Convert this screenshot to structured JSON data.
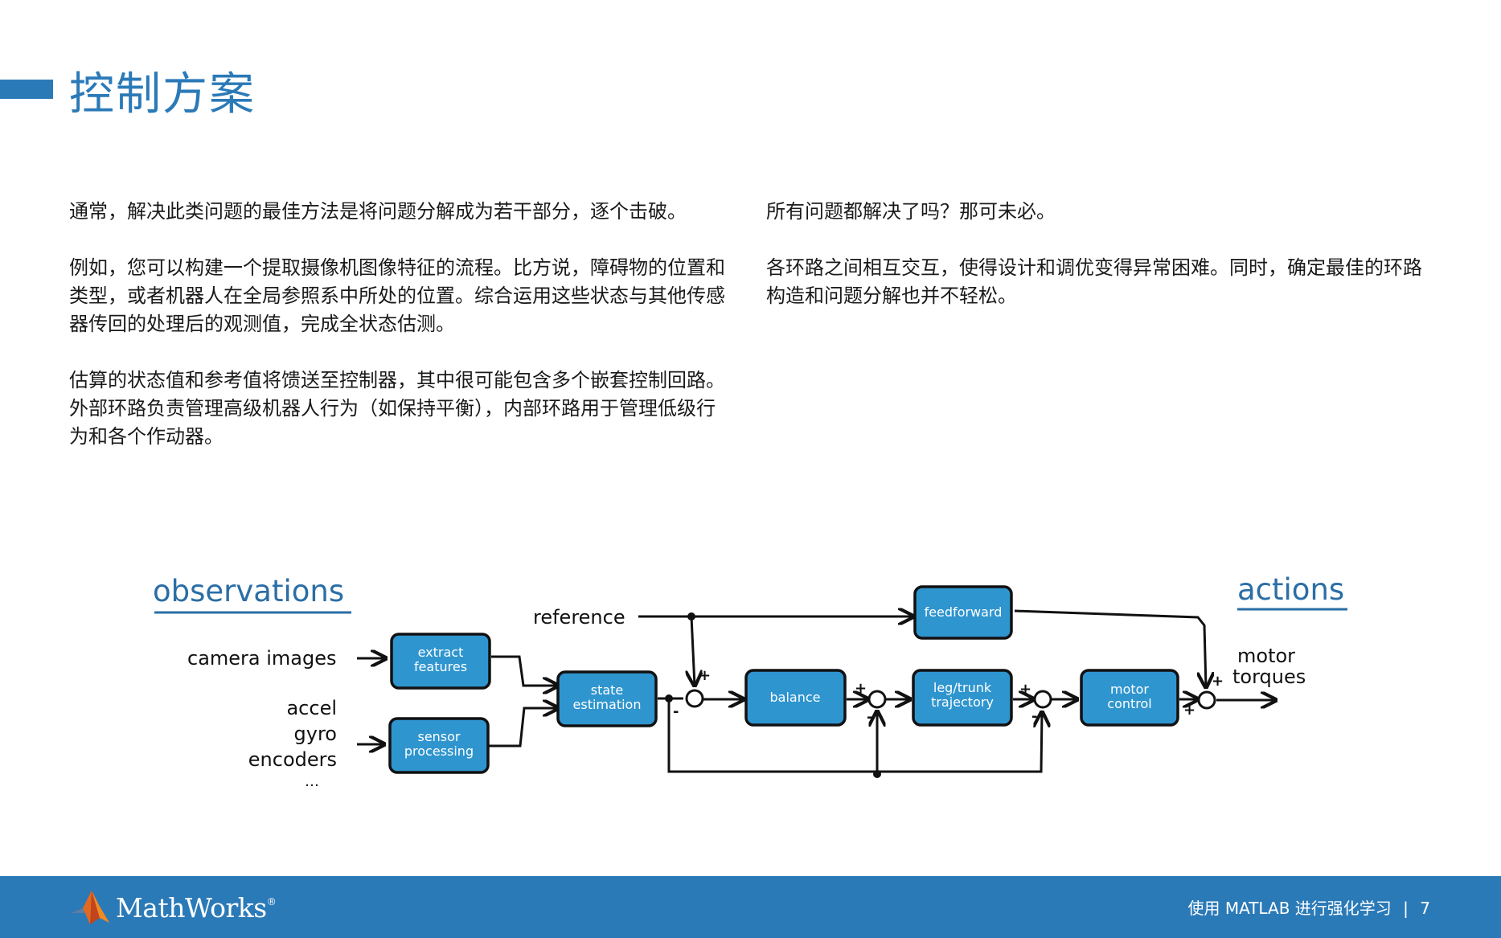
{
  "page": {
    "title": "控制方案"
  },
  "left_column": {
    "paragraphs": [
      "通常，解决此类问题的最佳方法是将问题分解成为若干部分，逐个击破。",
      "例如，您可以构建一个提取摄像机图像特征的流程。比方说，障碍物的位置和类型，或者机器人在全局参照系中所处的位置。综合运用这些状态与其他传感器传回的处理后的观测值，完成全状态估测。",
      "估算的状态值和参考值将馈送至控制器，其中很可能包含多个嵌套控制回路。外部环路负责管理高级机器人行为（如保持平衡），内部环路用于管理低级行为和各个作动器。"
    ]
  },
  "right_column": {
    "paragraphs": [
      "所有问题都解决了吗？那可未必。",
      "各环路之间相互交互，使得设计和调优变得异常困难。同时，确定最佳的环路构造和问题分解也并不轻松。"
    ]
  },
  "diagram": {
    "heading_left": "observations",
    "heading_right": "actions",
    "inputs": {
      "camera": "camera images",
      "accel": "accel",
      "gyro": "gyro",
      "encoders": "encoders",
      "ellipsis": "…",
      "reference": "reference"
    },
    "blocks": {
      "extract": [
        "extract",
        "features"
      ],
      "sensor": [
        "sensor",
        "processing"
      ],
      "state": [
        "state",
        "estimation"
      ],
      "balance": [
        "balance"
      ],
      "leg": [
        "leg/trunk",
        "trajectory"
      ],
      "motor": [
        "motor",
        "control"
      ],
      "feedforward": [
        "feedforward"
      ]
    },
    "output": [
      "motor",
      "torques"
    ],
    "signs": {
      "plus": "+",
      "minus": "-"
    },
    "colors": {
      "block_fill": "#2f95cf",
      "ink": "#111111",
      "accent": "#2b6ea5"
    }
  },
  "footer": {
    "brand": "MathWorks",
    "brand_mark": "®",
    "book_title": "使用 MATLAB 进行强化学习",
    "separator": "|",
    "page_number": "7",
    "logo_icon": "matlab-membrane-logo"
  }
}
